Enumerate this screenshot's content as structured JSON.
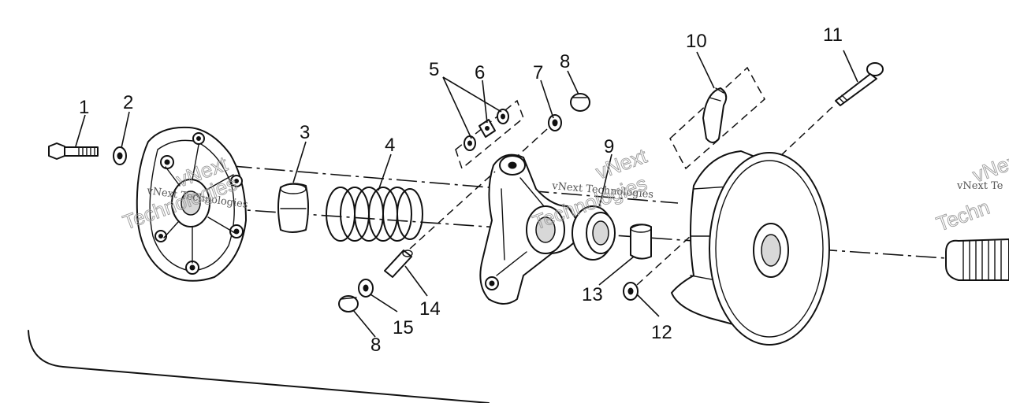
{
  "callouts": {
    "c1": "1",
    "c2": "2",
    "c3": "3",
    "c4": "4",
    "c5": "5",
    "c6": "6",
    "c7": "7",
    "c8a": "8",
    "c8b": "8",
    "c9": "9",
    "c10": "10",
    "c11": "11",
    "c12": "12",
    "c13": "13",
    "c14": "14",
    "c15": "15"
  },
  "watermark": {
    "line1": "vNext Technologies",
    "line2": "vNext",
    "line3": "Technologies",
    "line4": "vNext Te",
    "line5": "Techn"
  },
  "colors": {
    "ink": "#111111",
    "paper": "#ffffff",
    "watermark": "#9a9a9a"
  }
}
